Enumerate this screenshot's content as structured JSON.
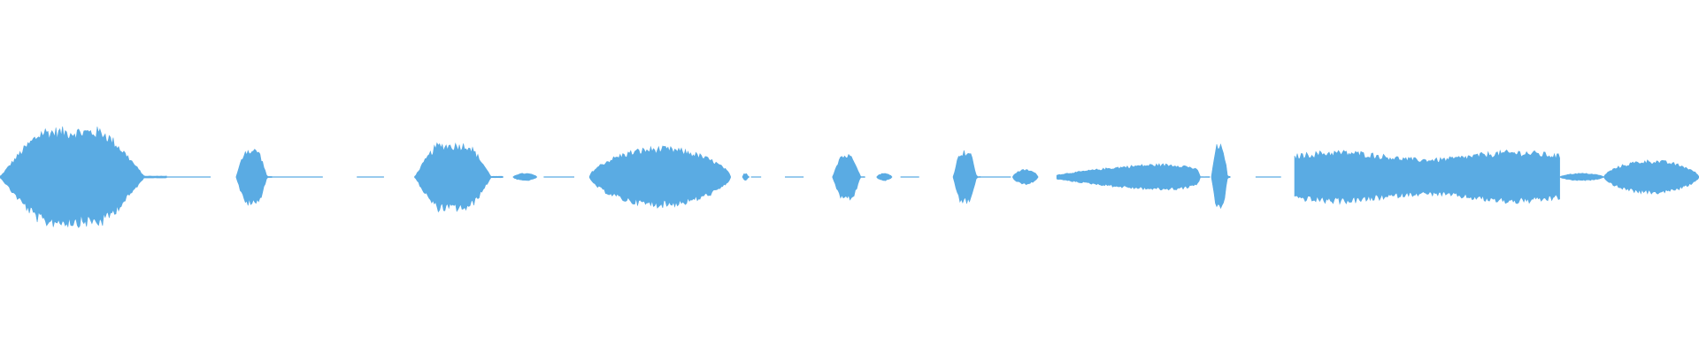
{
  "waveform": {
    "color": "#5aabe3",
    "background": "#ffffff",
    "segments": [
      {
        "start": 0.0,
        "end": 0.098,
        "amp": 0.26,
        "shape": "burst"
      },
      {
        "start": 0.098,
        "end": 0.124,
        "amp": 0.002,
        "shape": "flat"
      },
      {
        "start": 0.139,
        "end": 0.16,
        "amp": 0.15,
        "shape": "burst"
      },
      {
        "start": 0.16,
        "end": 0.19,
        "amp": 0.002,
        "shape": "flat"
      },
      {
        "start": 0.21,
        "end": 0.226,
        "amp": 0.002,
        "shape": "flat"
      },
      {
        "start": 0.244,
        "end": 0.296,
        "amp": 0.18,
        "shape": "burst"
      },
      {
        "start": 0.302,
        "end": 0.316,
        "amp": 0.02,
        "shape": "swell"
      },
      {
        "start": 0.32,
        "end": 0.338,
        "amp": 0.002,
        "shape": "flat"
      },
      {
        "start": 0.347,
        "end": 0.43,
        "amp": 0.16,
        "shape": "swell"
      },
      {
        "start": 0.437,
        "end": 0.441,
        "amp": 0.02,
        "shape": "burst"
      },
      {
        "start": 0.442,
        "end": 0.448,
        "amp": 0.002,
        "shape": "flat"
      },
      {
        "start": 0.462,
        "end": 0.473,
        "amp": 0.002,
        "shape": "flat"
      },
      {
        "start": 0.49,
        "end": 0.509,
        "amp": 0.12,
        "shape": "burst"
      },
      {
        "start": 0.516,
        "end": 0.525,
        "amp": 0.02,
        "shape": "swell"
      },
      {
        "start": 0.53,
        "end": 0.541,
        "amp": 0.002,
        "shape": "flat"
      },
      {
        "start": 0.561,
        "end": 0.577,
        "amp": 0.14,
        "shape": "burst"
      },
      {
        "start": 0.577,
        "end": 0.595,
        "amp": 0.002,
        "shape": "flat"
      },
      {
        "start": 0.596,
        "end": 0.611,
        "amp": 0.04,
        "shape": "swell"
      },
      {
        "start": 0.622,
        "end": 0.712,
        "amp": 0.1,
        "shape": "ramp"
      },
      {
        "start": 0.713,
        "end": 0.724,
        "amp": 0.17,
        "shape": "burst"
      },
      {
        "start": 0.739,
        "end": 0.754,
        "amp": 0.002,
        "shape": "flat"
      },
      {
        "start": 0.762,
        "end": 0.918,
        "amp": 0.14,
        "shape": "long"
      },
      {
        "start": 0.918,
        "end": 0.944,
        "amp": 0.02,
        "shape": "swell"
      },
      {
        "start": 0.944,
        "end": 1.0,
        "amp": 0.09,
        "shape": "swell"
      }
    ]
  }
}
